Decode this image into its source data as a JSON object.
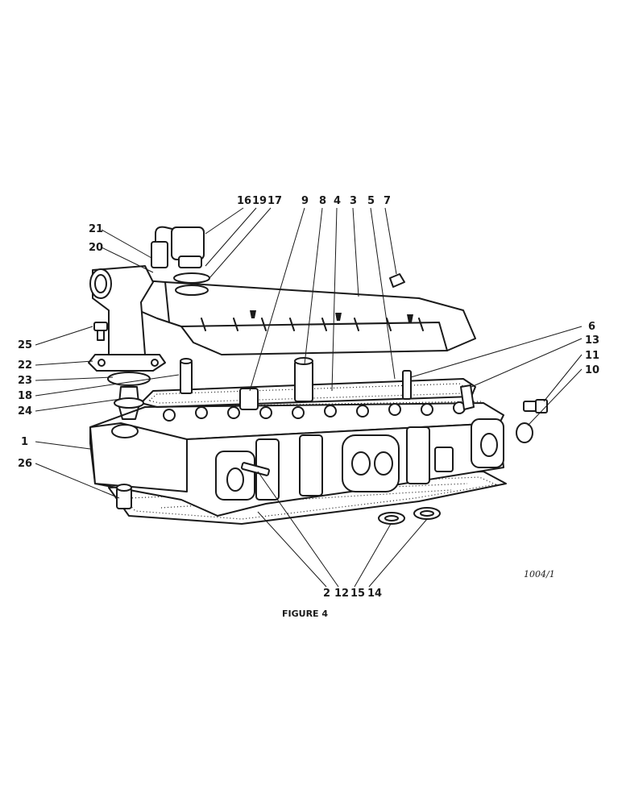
{
  "caption": "FIGURE 4",
  "reference_code": "1004/1",
  "callouts": {
    "c16": "16",
    "c19": "19",
    "c17": "17",
    "c9": "9",
    "c8": "8",
    "c4": "4",
    "c3": "3",
    "c5": "5",
    "c7": "7",
    "c21": "21",
    "c20": "20",
    "c6": "6",
    "c13": "13",
    "c11": "11",
    "c10": "10",
    "c25": "25",
    "c22": "22",
    "c23": "23",
    "c18": "18",
    "c24": "24",
    "c1": "1",
    "c26": "26",
    "c2": "2",
    "c12": "12",
    "c15": "15",
    "c14": "14"
  }
}
